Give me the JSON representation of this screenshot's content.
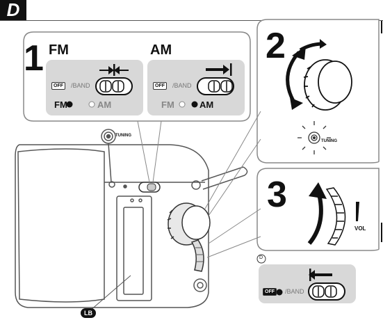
{
  "section_badge": "D",
  "steps": {
    "step1": {
      "number": "1",
      "fm": {
        "title": "FM",
        "off_label": "OFF",
        "band_label": "/BAND",
        "fm_indicator": "FM",
        "am_indicator": "AM"
      },
      "am": {
        "title": "AM",
        "off_label": "OFF",
        "band_label": "/BAND",
        "fm_indicator": "FM",
        "am_indicator": "AM"
      }
    },
    "step2": {
      "number": "2",
      "tuning_label": "TUNING"
    },
    "step3": {
      "number": "3",
      "vol_label": "VOL"
    }
  },
  "radio": {
    "tuning_label": "TUNING",
    "lb_label": "LB"
  },
  "footnote": {
    "marker": "D",
    "off_label": "OFF",
    "band_label": "/BAND"
  }
}
